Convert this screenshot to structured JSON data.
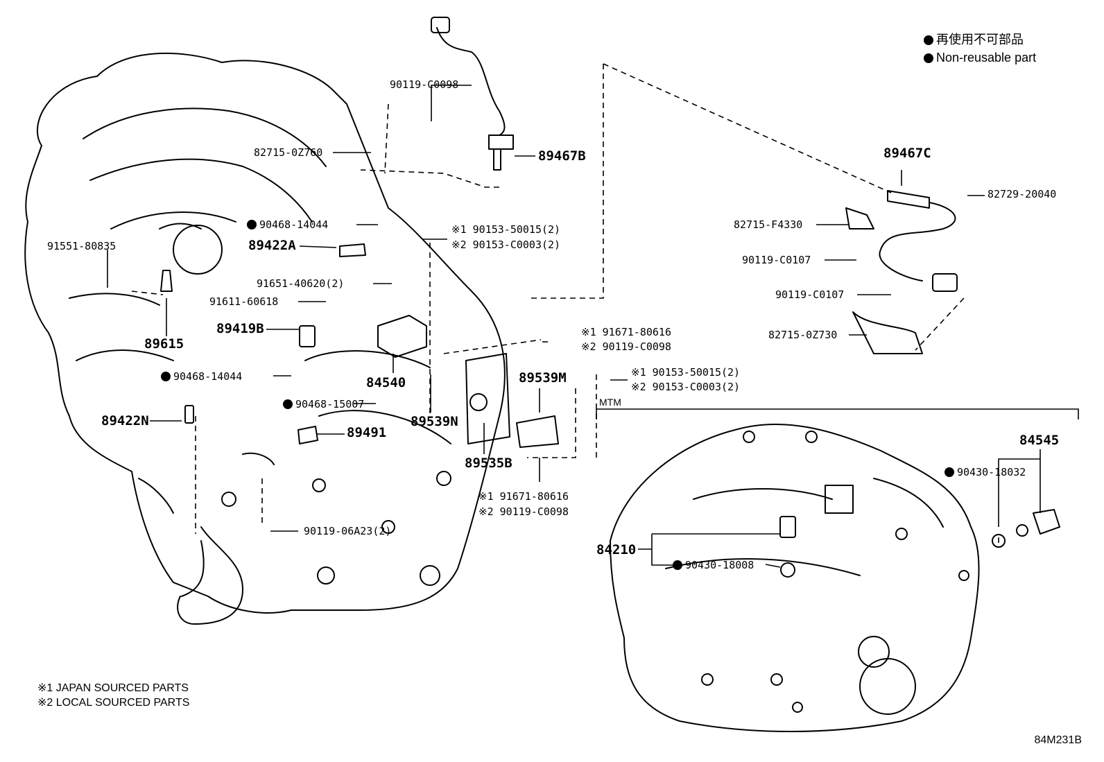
{
  "legend": {
    "jp": "再使用不可部品",
    "en": "Non-reusable part"
  },
  "footnotes": {
    "note1": "※1 JAPAN SOURCED PARTS",
    "note2": "※2 LOCAL SOURCED PARTS"
  },
  "diagram_code": "84M231B",
  "section_label": "MTM",
  "parts": {
    "p90119_C0098_top": "90119-C0098",
    "p82715_0Z760": "82715-0Z760",
    "p89467B": "89467B",
    "p90468_14044_a": "90468-14044",
    "p89422A": "89422A",
    "p91551_80835": "91551-80835",
    "p91651_40620": "91651-40620(2)",
    "p91611_60618": "91611-60618",
    "p89419B": "89419B",
    "p89615": "89615",
    "p90468_14044_b": "90468-14044",
    "p90468_15007": "90468-15007",
    "p89422N": "89422N",
    "p89491": "89491",
    "p84540": "84540",
    "p89539N": "89539N",
    "p89535B": "89535B",
    "p89539M": "89539M",
    "p90119_06A23": "90119-06A23(2)",
    "p90153_top_1": "※1 90153-50015(2)",
    "p90153_top_2": "※2 90153-C0003(2)",
    "p91671_mid_1": "※1 91671-80616",
    "p90119_mid_2": "※2 90119-C0098",
    "p90153_mid_1": "※1 90153-50015(2)",
    "p90153_mid_2": "※2 90153-C0003(2)",
    "p91671_low_1": "※1 91671-80616",
    "p90119_low_2": "※2 90119-C0098",
    "p89467C": "89467C",
    "p82729_20040": "82729-20040",
    "p82715_F4330": "82715-F4330",
    "p90119_C0107_a": "90119-C0107",
    "p90119_C0107_b": "90119-C0107",
    "p82715_0Z730": "82715-0Z730",
    "p84545": "84545",
    "p90430_18032": "90430-18032",
    "p84210": "84210",
    "p90430_18008": "90430-18008"
  }
}
